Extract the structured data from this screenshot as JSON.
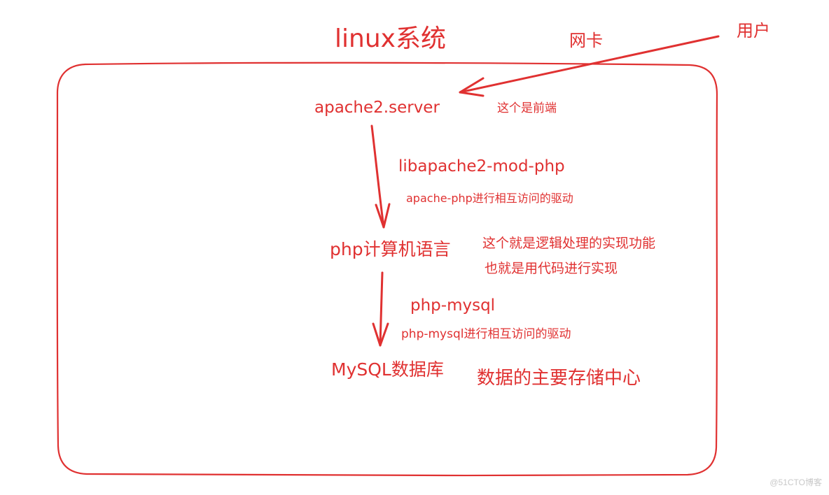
{
  "diagram": {
    "title": "linux系统",
    "user_label": "用户",
    "nic_label": "网卡",
    "apache_server": "apache2.server",
    "frontend_note": "这个是前端",
    "libapache_module": "libapache2-mod-php",
    "apache_php_driver_note": "apache-php进行相互访问的驱动",
    "php_language": "php计算机语言",
    "php_note_line1": "这个就是逻辑处理的实现功能",
    "php_note_line2": "也就是用代码进行实现",
    "php_mysql_module": "php-mysql",
    "php_mysql_driver_note": "php-mysql进行相互访问的驱动",
    "mysql_database": "MySQL数据库",
    "mysql_note": "数据的主要存储中心"
  },
  "watermark": "@51CTO博客",
  "colors": {
    "accent": "#e03131",
    "watermark": "#c8c8c8"
  }
}
